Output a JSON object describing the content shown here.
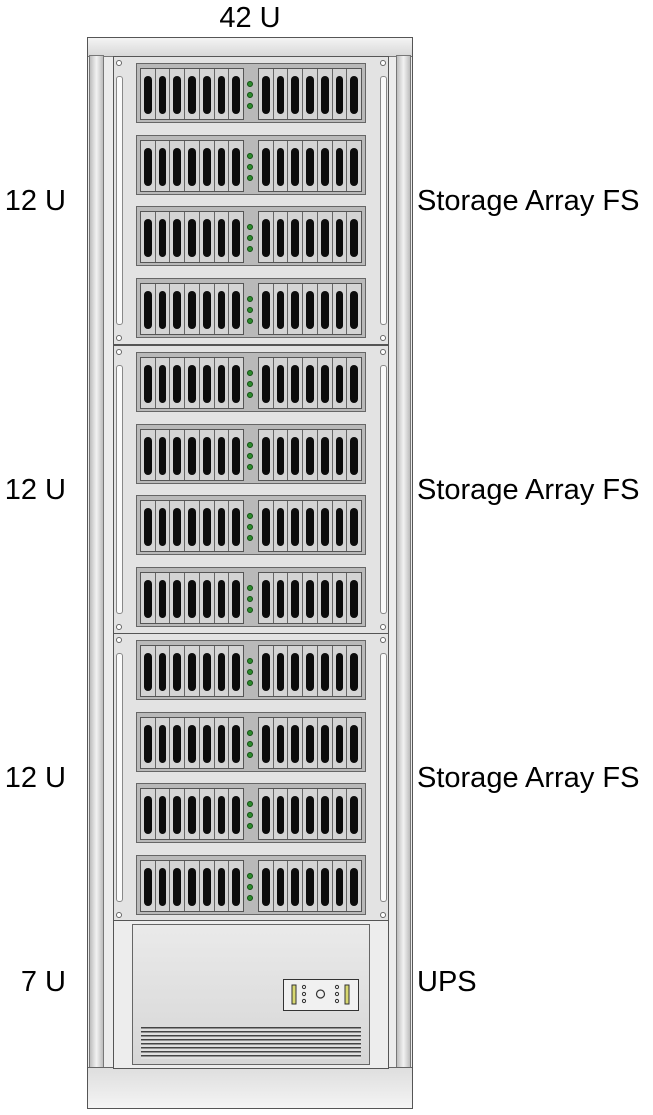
{
  "title": "42 U",
  "sections": [
    {
      "units": "12 U",
      "device": "Storage Array FS"
    },
    {
      "units": "12 U",
      "device": "Storage Array FS"
    },
    {
      "units": "12 U",
      "device": "Storage Array FS"
    },
    {
      "units": "7 U",
      "device": "UPS"
    }
  ],
  "colors": {
    "rack_frame": "#ececec",
    "enclosure": "#b9b9b9",
    "drive_handle": "#0c0c0c",
    "status_led": "#2e8b2e"
  }
}
